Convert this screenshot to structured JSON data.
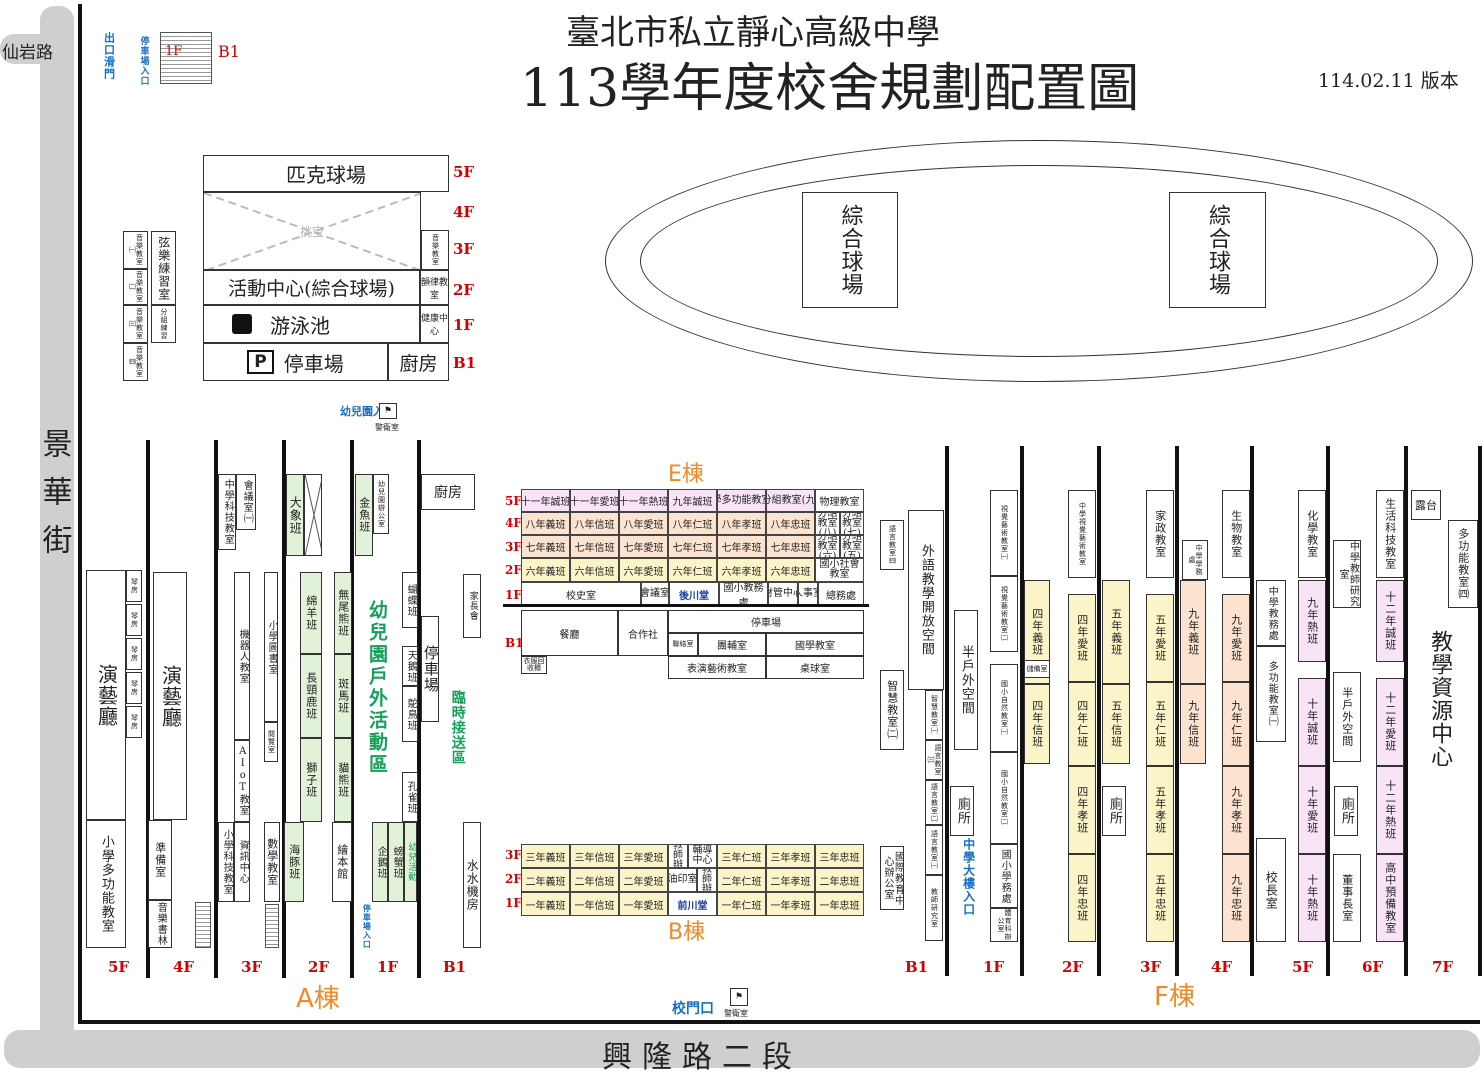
{
  "header": {
    "school": "臺北市私立靜心高級中學",
    "title": "113學年度校舍規劃配置圖",
    "version": "114.02.11 版本"
  },
  "roads": {
    "left": "景華街",
    "bottom": "興隆路二段",
    "top": "仙岩路"
  },
  "top_exit": {
    "label": "出口滑門",
    "parking_entry": "停車場入口",
    "f1": "1F",
    "b1": "B1"
  },
  "activity_building": {
    "floors": [
      "5F",
      "4F",
      "3F",
      "2F",
      "1F",
      "B1"
    ],
    "pickleball": "匹克球場",
    "void": "挑空",
    "activity_center": "活動中心(綜合球場)",
    "pool": "游泳池",
    "parking": "停車場",
    "kitchen": "廚房",
    "rhythm": "韻律教室",
    "health": "健康中心",
    "music_room": "音樂教室",
    "string_room": "弦樂練習室",
    "music_left": [
      "音樂教室㈠",
      "音樂教室㈡",
      "音樂教室㈢",
      "音樂教室㈣"
    ],
    "string_right": [
      "分組練習",
      "分組練習"
    ]
  },
  "sports_field": {
    "court1": "綜合球場",
    "court2": "綜合球場"
  },
  "kindergarten_entry": {
    "label": "幼兒園入口",
    "guard": "警衛室"
  },
  "gate": {
    "label": "校門口",
    "guard": "警衛室"
  },
  "building_A": {
    "label": "A棟",
    "floors": [
      "5F",
      "4F",
      "3F",
      "2F",
      "1F",
      "B1"
    ],
    "performance_hall": "演藝廳",
    "performance_hall_2": "演藝廳",
    "piano_rooms": [
      "琴房",
      "琴房",
      "琴房",
      "琴房",
      "琴房"
    ],
    "prep_room": "準備室",
    "music_library": "音樂書林",
    "primary_mf": "小學多功能教室",
    "mid_science": "中學科技教室",
    "meeting_room": "會議室㈠",
    "robot_room": "機器人教室",
    "aiot_room": "AIoT教室",
    "info_center": "資訊中心",
    "primary_science": "小學科技教室",
    "primary_library": "小學圖書室",
    "reading_room": "閱覽室",
    "math_room": "數學教室",
    "elephant": "大象班",
    "sheep": "綿羊班",
    "giraffe": "長頸鹿班",
    "lion": "獅子班",
    "dolphin": "海豚班",
    "koala": "無尾熊班",
    "zebra": "斑馬班",
    "panda": "貓熊班",
    "picture_book": "繪本館",
    "goldfish": "金魚班",
    "kg_office": "幼兒園辦公室",
    "kg_outdoor": "幼兒園戶外活動區",
    "penguin": "企鵝班",
    "crab": "螃蟹班",
    "kg_activity": "幼兒活動",
    "parking_entry": "停車場入口",
    "butterfly": "蝴蝶班",
    "swan": "天鵝班",
    "ostrich": "鴕鳥班",
    "peacock": "孔雀班",
    "kitchen": "廚房",
    "parents": "家長會",
    "parking_b1": "停車場",
    "temp_pickup": "臨時接送區",
    "water_room": "水水機房"
  },
  "building_E": {
    "label": "E棟",
    "floors": [
      "5F",
      "4F",
      "3F",
      "2F",
      "1F",
      "B1"
    ],
    "row5": [
      "十一年誠班",
      "十一年愛班",
      "十一年熱班",
      "九年誠班",
      "中學多功能教室㈢",
      "分組教室(九)",
      "物理教室"
    ],
    "row4": [
      "八年義班",
      "八年信班",
      "八年愛班",
      "八年仁班",
      "八年孝班",
      "八年忠班",
      "分組教室(八)",
      "分組教室(七)"
    ],
    "row3": [
      "七年義班",
      "七年信班",
      "七年愛班",
      "七年仁班",
      "七年孝班",
      "七年忠班",
      "分組教室(六)",
      "分組教室(五)"
    ],
    "row2": [
      "六年義班",
      "六年信班",
      "六年愛班",
      "六年仁班",
      "六年孝班",
      "六年忠班",
      "國小社會教室"
    ],
    "row1": [
      "校史室",
      "會議室",
      "後川堂",
      "國小教務處",
      "財管中心",
      "人事室",
      "總務處"
    ],
    "b1": [
      "餐廳",
      "合作社",
      "停車場",
      "聯絡室",
      "團輔室",
      "國學教室",
      "表演藝術教室",
      "桌球室",
      "衣服回收櫃"
    ]
  },
  "building_B": {
    "label": "B棟",
    "floors": [
      "3F",
      "2F",
      "1F"
    ],
    "row3": [
      "三年義班",
      "三年信班",
      "三年愛班",
      "國小教師辦公室",
      "輔導中心",
      "三年仁班",
      "三年孝班",
      "三年忠班"
    ],
    "row2": [
      "二年義班",
      "二年信班",
      "二年愛班",
      "油印室",
      "國小教師辦公室",
      "二年仁班",
      "二年孝班",
      "二年忠班"
    ],
    "row1": [
      "一年義班",
      "一年信班",
      "一年愛班",
      "前川堂",
      "一年仁班",
      "一年孝班",
      "一年忠班"
    ]
  },
  "building_F": {
    "label": "F棟",
    "floors": [
      "B1",
      "1F",
      "2F",
      "3F",
      "4F",
      "5F",
      "6F",
      "7F"
    ],
    "col_b1": [
      "語言教室㈣",
      "智慧教室㈡",
      "國際教育中心辦公室"
    ],
    "col_lang": [
      "外語教學開放空間",
      "智慧教室㈠",
      "語言教室㈢",
      "語言教室㈡",
      "語言教室㈠",
      "教師研究室"
    ],
    "col_1f": [
      "半戶外空間",
      "中學大樓入口"
    ],
    "col_1f_b": [
      "視覺藝術教室㈠",
      "視覺藝術教室㈡",
      "國小自然教室㈠",
      "國小自然教室㈡",
      "國小學務處",
      "體育科辦公室"
    ],
    "col_2f": [
      "四年義班",
      "四年信班",
      "四年孝班",
      "四年忠班",
      "中學視覺藝術教室",
      "四年愛班",
      "四年仁班"
    ],
    "col_3f": [
      "家政教室",
      "五年義班",
      "五年愛班",
      "五年信班",
      "五年仁班",
      "五年孝班",
      "五年忠班"
    ],
    "col_4f": [
      "中學學務處",
      "九年義班",
      "九年信班",
      "生物教室",
      "九年愛班",
      "九年仁班",
      "九年孝班",
      "九年忠班"
    ],
    "col_5f": [
      "中學教務處",
      "多功能教室㈠",
      "校長室",
      "化學教室",
      "九年熱班",
      "十年誠班",
      "十年愛班",
      "十年熱班"
    ],
    "col_6f": [
      "中學教師研究室",
      "半戶外空間",
      "董事長室",
      "生活科技教室",
      "十二年誠班",
      "十二年愛班",
      "十二年熱班",
      "高中預備教室"
    ],
    "col_7f": [
      "露台",
      "多功能教室㈣",
      "教學資源中心"
    ],
    "restroom": "廁所",
    "storage": "儲備室"
  }
}
